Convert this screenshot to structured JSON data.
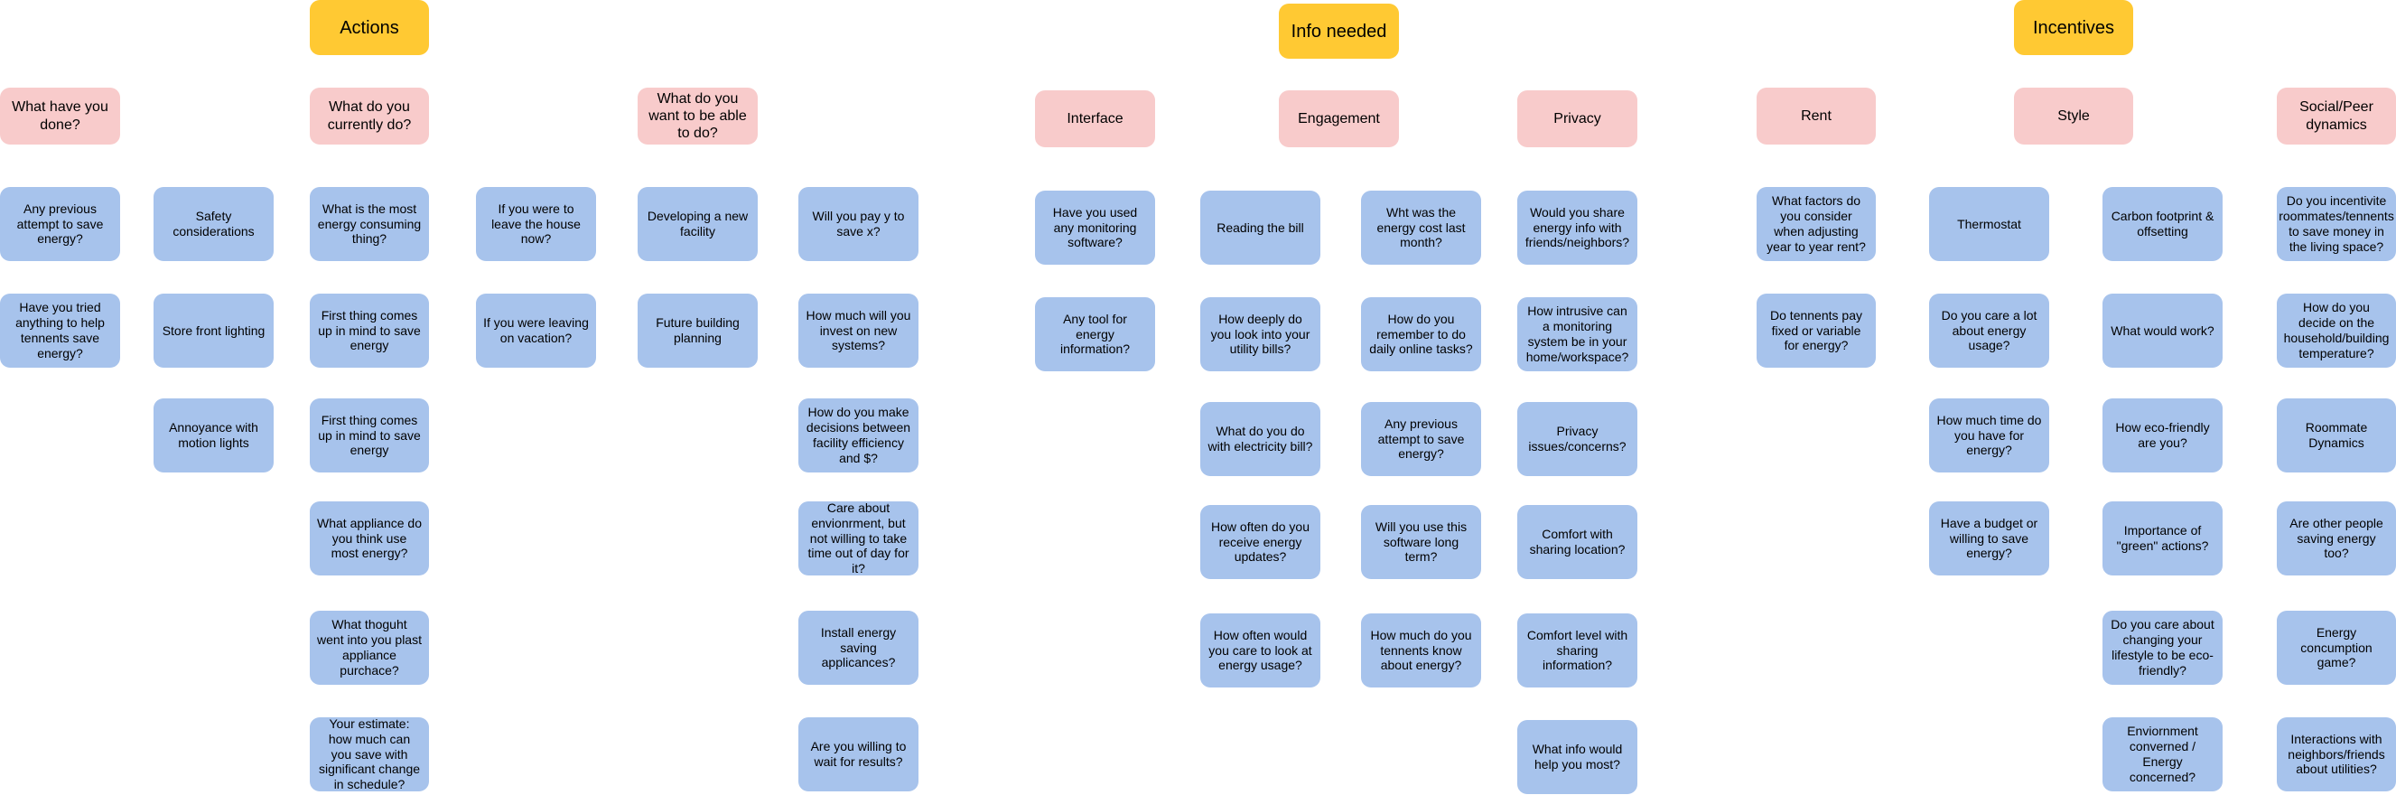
{
  "headers": [
    {
      "text": "Actions",
      "color": "#ffc933"
    },
    {
      "text": "Info needed",
      "color": "#ffc933"
    },
    {
      "text": "Incentives",
      "color": "#ffc933"
    }
  ],
  "subheaders": [
    {
      "text": "What have you done?",
      "color": "#f8cbcb"
    },
    {
      "text": "What do you currently do?",
      "color": "#f8cbcb"
    },
    {
      "text": "What do you want to be able to do?",
      "color": "#f8cbcb"
    },
    {
      "text": "Interface",
      "color": "#f8cbcb"
    },
    {
      "text": "Engagement",
      "color": "#f8cbcb"
    },
    {
      "text": "Privacy",
      "color": "#f8cbcb"
    },
    {
      "text": "Rent",
      "color": "#f8cbcb"
    },
    {
      "text": "Style",
      "color": "#f8cbcb"
    },
    {
      "text": "Social/Peer dynamics",
      "color": "#f8cbcb"
    }
  ],
  "note_color": "#a7c3ec",
  "notes": [
    "Any previous attempt to save energy?",
    "Have you tried anything to help tennents save energy?",
    "Safety considerations",
    "Store front lighting",
    "Annoyance with motion lights",
    "What is the most energy consuming thing?",
    "First thing comes up in mind to save energy",
    "First thing comes up in mind to save energy",
    "What appliance do you think use most energy?",
    "What thoguht went into you plast appliance purchace?",
    "Your estimate: how much can you save with significant change in schedule?",
    "If you were to leave the house now?",
    "If you were leaving on vacation?",
    "Developing a new facility",
    "Future building planning",
    "Will you pay y to save x?",
    "How much will you invest on new systems?",
    "How do you make decisions between facility efficiency and $?",
    "Care about envionrment, but not willing to take time out of day for it?",
    "Install energy saving applicances?",
    "Are you willing to wait for results?",
    "Have you used any monitoring software?",
    "Any tool for energy information?",
    "Reading the bill",
    "How deeply do you look into your utility bills?",
    "What do you do with electricity bill?",
    "How often do you receive energy updates?",
    "How often would you care to look at energy usage?",
    "Wht was the energy cost last month?",
    "How do you remember to do daily online tasks?",
    "Any previous attempt to save energy?",
    "Will you use this software long term?",
    "How much do you tennents know about energy?",
    "Would you share energy info with friends/neighbors?",
    "How intrusive can a monitoring system be in your home/workspace?",
    "Privacy issues/concerns?",
    "Comfort with sharing location?",
    "Comfort level with sharing information?",
    "What info would help you most?",
    "What factors do you consider when adjusting year to year rent?",
    "Do tennents pay fixed or variable for energy?",
    "Thermostat",
    "Do you care a lot about energy usage?",
    "How much time do you have for energy?",
    "Have a budget or willing to save energy?",
    "Carbon footprint & offsetting",
    "What would work?",
    "How eco-friendly are you?",
    "Importance of \"green\" actions?",
    "Do you care about changing your lifestyle to be eco-friendly?",
    "Enviornment converned / Energy concerned?",
    "Do you incentivite roommates/tennents to save money in the living space?",
    "How do you decide on the household/building temperature?",
    "Roommate Dynamics",
    "Are other people saving energy too?",
    "Energy concumption game?",
    "Interactions with neighbors/friends about utilities?"
  ]
}
